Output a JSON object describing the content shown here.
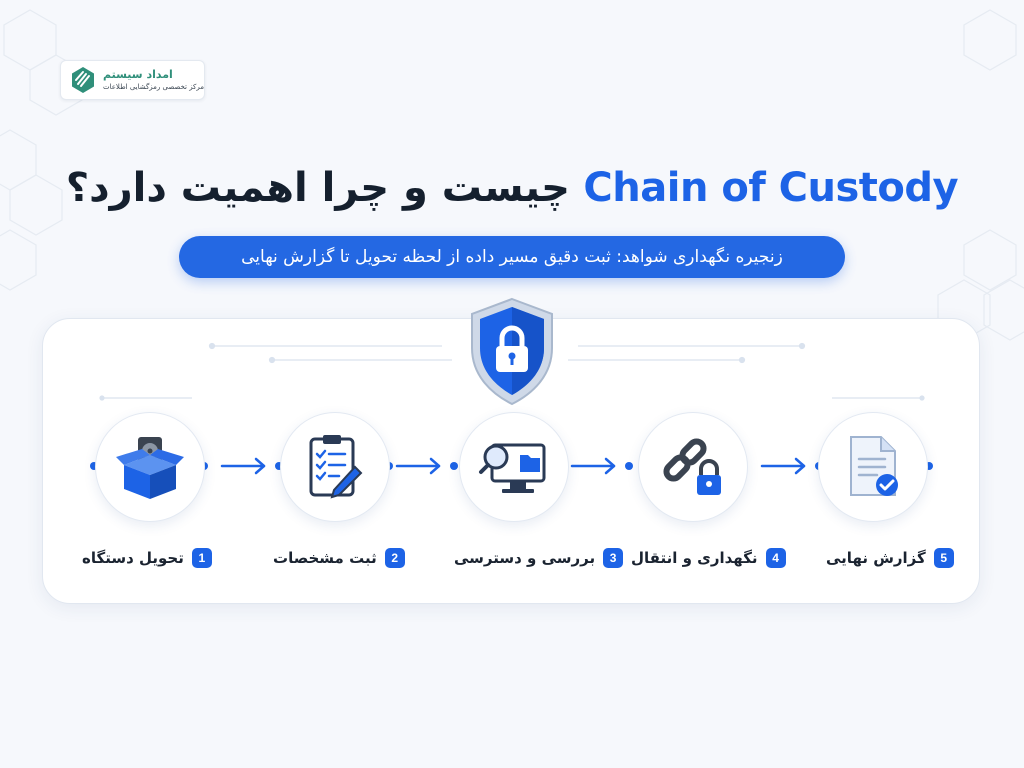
{
  "brand": {
    "name": "امداد سیستم",
    "tagline": "مرکز تخصصی رمزگشایی اطلاعات"
  },
  "title": {
    "english": "Chain of Custody",
    "persian": "چیست و چرا اهمیت دارد؟"
  },
  "subtitle": "زنجیره نگهداری شواهد: ثبت دقیق مسیر داده از لحظه تحویل تا گزارش نهایی",
  "center_icon": "shield-lock-icon",
  "steps": [
    {
      "number": "1",
      "label": "تحویل دستگاه",
      "icon": "hard-drive-box-icon"
    },
    {
      "number": "2",
      "label": "ثبت مشخصات",
      "icon": "clipboard-checklist-icon"
    },
    {
      "number": "3",
      "label": "بررسی و دسترسی",
      "icon": "monitor-search-icon"
    },
    {
      "number": "4",
      "label": "نگهداری و انتقال",
      "icon": "chain-lock-icon"
    },
    {
      "number": "5",
      "label": "گزارش نهایی",
      "icon": "document-check-icon"
    }
  ],
  "colors": {
    "accent": "#1d63e6",
    "title_dark": "#15202e",
    "brand_green": "#2f8f7a",
    "background": "#f6f8fc"
  }
}
